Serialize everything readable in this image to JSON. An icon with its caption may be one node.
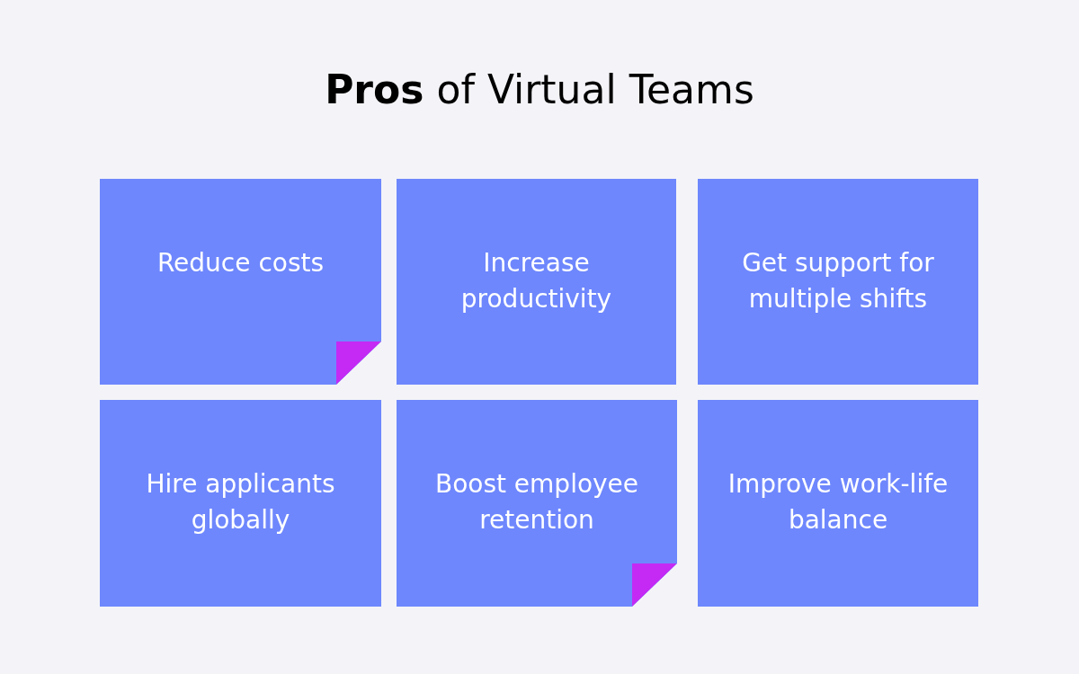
{
  "diagram": {
    "title": "**Pros** of Virtual Teams",
    "nodes": [
      {
        "text": [
          "Reduce costs"
        ]
      },
      {
        "text": [
          "Increase productivity"
        ]
      },
      {
        "text": [
          "Get support for multiple shifts"
        ]
      },
      {
        "text": [
          "Hire applicants globally"
        ]
      },
      {
        "text": [
          "Boost employee retention"
        ]
      },
      {
        "text": [
          "Improve work-life balance"
        ]
      }
    ]
  }
}
